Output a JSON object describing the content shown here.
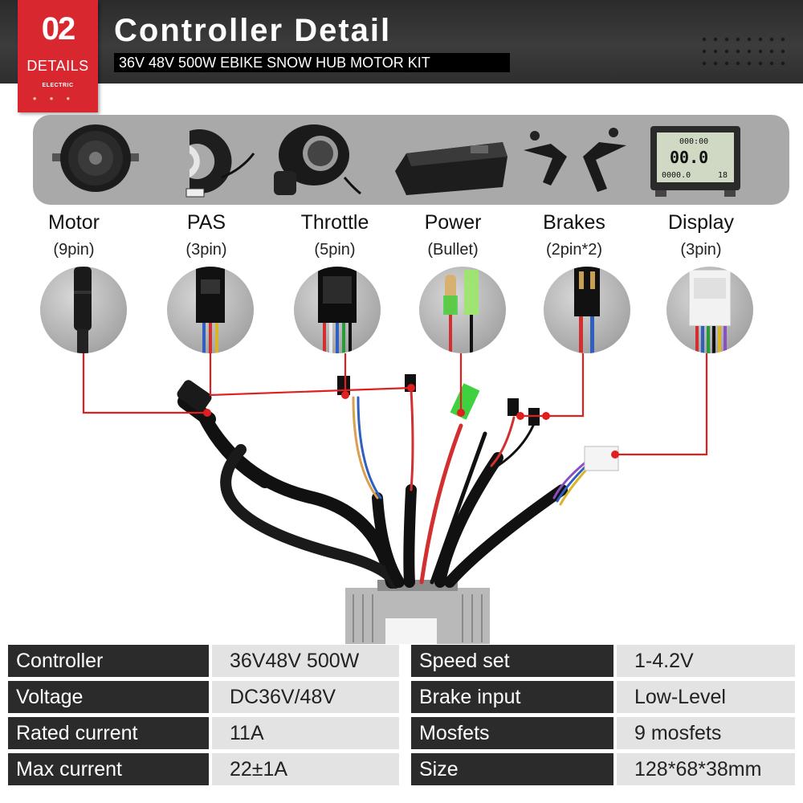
{
  "header": {
    "badge_number": "02",
    "badge_label": "DETAILS",
    "badge_sub": "ELECTRIC",
    "title": "Controller Detail",
    "subtitle": "36V 48V 500W EBIKE SNOW HUB MOTOR KIT"
  },
  "components": [
    {
      "name": "Motor",
      "pin": "(9pin)"
    },
    {
      "name": "PAS",
      "pin": "(3pin)"
    },
    {
      "name": "Throttle",
      "pin": "(5pin)"
    },
    {
      "name": "Power",
      "pin": "(Bullet)"
    },
    {
      "name": "Brakes",
      "pin": "(2pin*2)"
    },
    {
      "name": "Display",
      "pin": "(3pin)"
    }
  ],
  "display_icon": {
    "top_left": "000:00",
    "speed": "00.0",
    "odo": "0000.0",
    "level": "18"
  },
  "specs": {
    "left": [
      {
        "label": "Controller",
        "value": "36V48V 500W"
      },
      {
        "label": "Voltage",
        "value": "DC36V/48V"
      },
      {
        "label": "Rated current",
        "value": "11A"
      },
      {
        "label": "Max current",
        "value": "22±1A"
      }
    ],
    "right": [
      {
        "label": "Speed set",
        "value": "1-4.2V"
      },
      {
        "label": "Brake input",
        "value": "Low-Level"
      },
      {
        "label": "Mosfets",
        "value": "9 mosfets"
      },
      {
        "label": "Size",
        "value": "128*68*38mm"
      }
    ]
  },
  "colors": {
    "accent_red": "#d8272f",
    "header_dark": "#333333",
    "label_bg": "#2b2b2b",
    "value_bg": "#e3e3e3",
    "wire_red": "#e02020"
  }
}
